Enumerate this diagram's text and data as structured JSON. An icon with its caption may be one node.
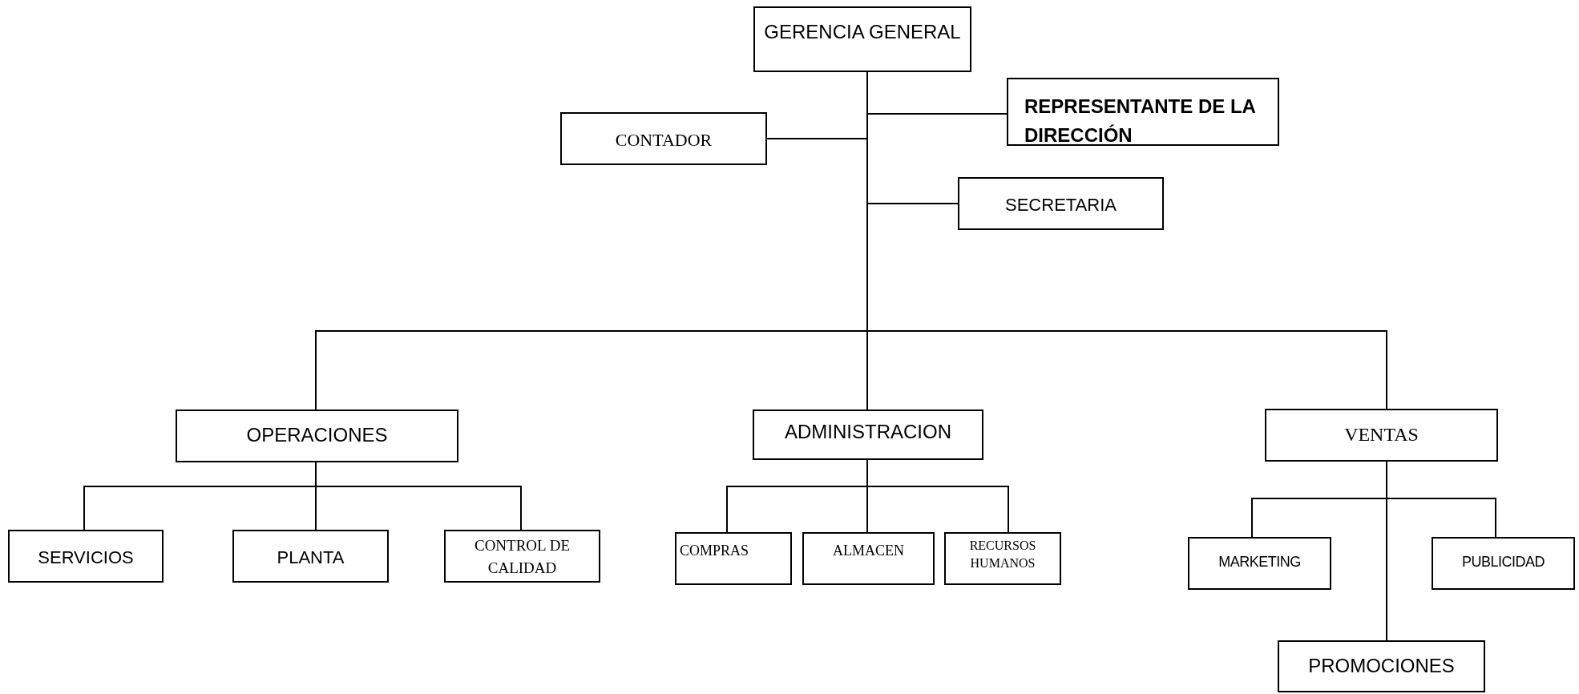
{
  "diagram": {
    "nodes": [
      {
        "text": [
          "GERENCIA GENERAL"
        ]
      },
      {
        "text": [
          "CONTADOR"
        ]
      },
      {
        "text": [
          "REPRESENTANTE DE LA DIRECCIÓN"
        ]
      },
      {
        "text": [
          "SECRETARIA"
        ]
      },
      {
        "text": [
          "OPERACIONES"
        ]
      },
      {
        "text": [
          "ADMINISTRACION"
        ]
      },
      {
        "text": [
          "VENTAS"
        ]
      },
      {
        "text": [
          "SERVICIOS"
        ]
      },
      {
        "text": [
          "PLANTA"
        ]
      },
      {
        "text": [
          "CONTROL DE CALIDAD"
        ]
      },
      {
        "text": [
          "COMPRAS"
        ]
      },
      {
        "text": [
          "ALMACEN"
        ]
      },
      {
        "text": [
          "RECURSOS HUMANOS"
        ]
      },
      {
        "text": [
          "MARKETING"
        ]
      },
      {
        "text": [
          "PUBLICIDAD"
        ]
      },
      {
        "text": [
          "PROMOCIONES"
        ]
      }
    ],
    "edges": [
      {
        "from": 0,
        "to": 1,
        "arrow": "none"
      },
      {
        "from": 0,
        "to": 2,
        "arrow": "none"
      },
      {
        "from": 0,
        "to": 3,
        "arrow": "none"
      },
      {
        "from": 0,
        "to": 4,
        "arrow": "none"
      },
      {
        "from": 0,
        "to": 5,
        "arrow": "none"
      },
      {
        "from": 0,
        "to": 6,
        "arrow": "none"
      },
      {
        "from": 4,
        "to": 7,
        "arrow": "none"
      },
      {
        "from": 4,
        "to": 8,
        "arrow": "none"
      },
      {
        "from": 4,
        "to": 9,
        "arrow": "none"
      },
      {
        "from": 5,
        "to": 10,
        "arrow": "none"
      },
      {
        "from": 5,
        "to": 11,
        "arrow": "none"
      },
      {
        "from": 5,
        "to": 12,
        "arrow": "none"
      },
      {
        "from": 6,
        "to": 13,
        "arrow": "none"
      },
      {
        "from": 6,
        "to": 14,
        "arrow": "none"
      },
      {
        "from": 6,
        "to": 15,
        "arrow": "none"
      }
    ]
  }
}
